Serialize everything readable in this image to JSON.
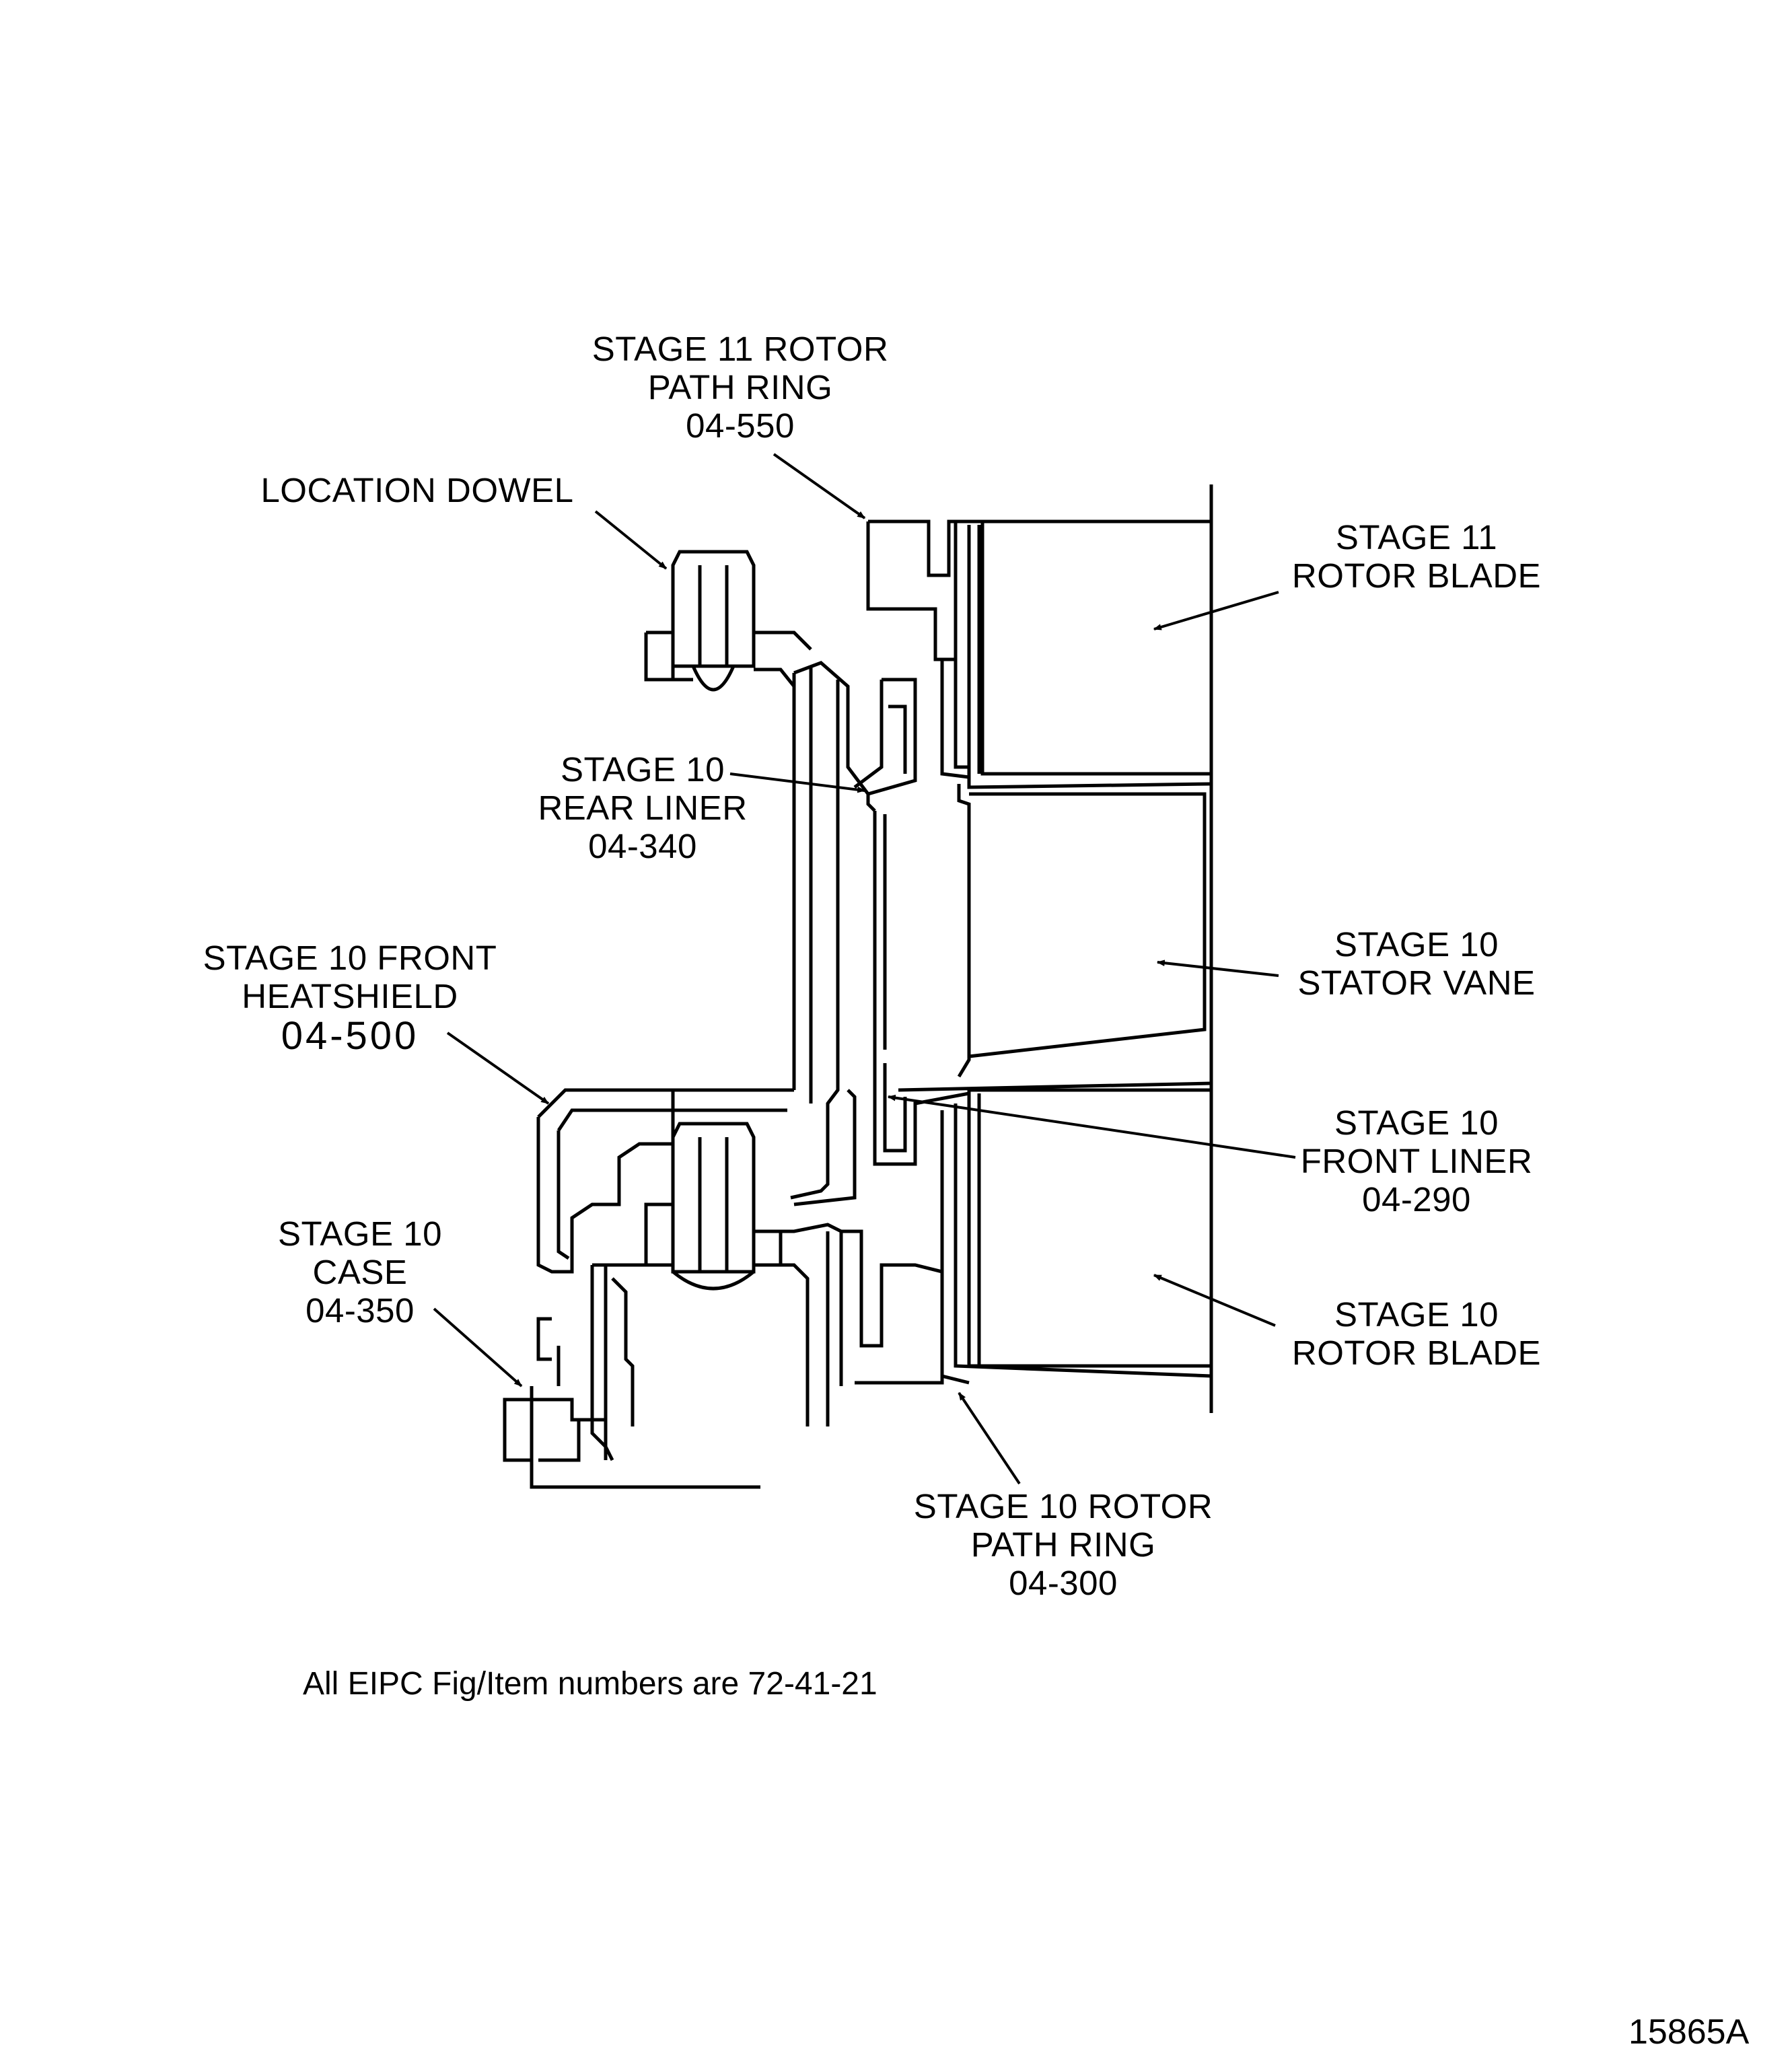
{
  "labels": {
    "stage11_path_ring": {
      "line1": "STAGE 11 ROTOR",
      "line2": "PATH RING",
      "line3": "04-550"
    },
    "location_dowel": {
      "line1": "LOCATION DOWEL"
    },
    "stage11_rotor_blade": {
      "line1": "STAGE 11",
      "line2": "ROTOR BLADE"
    },
    "stage10_rear_liner": {
      "line1": "STAGE 10",
      "line2": "REAR LINER",
      "line3": "04-340"
    },
    "stage10_front_heatshield": {
      "line1": "STAGE 10 FRONT",
      "line2": "HEATSHIELD",
      "line3": "04-500"
    },
    "stage10_stator_vane": {
      "line1": "STAGE 10",
      "line2": "STATOR VANE"
    },
    "stage10_front_liner": {
      "line1": "STAGE 10",
      "line2": "FRONT LINER",
      "line3": "04-290"
    },
    "stage10_case": {
      "line1": "STAGE 10",
      "line2": "CASE",
      "line3": "04-350"
    },
    "stage10_rotor_blade": {
      "line1": "STAGE 10",
      "line2": "ROTOR BLADE"
    },
    "stage10_path_ring": {
      "line1": "STAGE 10 ROTOR",
      "line2": "PATH RING",
      "line3": "04-300"
    }
  },
  "footnote": "All EIPC Fig/Item numbers are  72-41-21",
  "figure_number": "15865A",
  "colors": {
    "line": "#000000",
    "background": "#ffffff"
  }
}
